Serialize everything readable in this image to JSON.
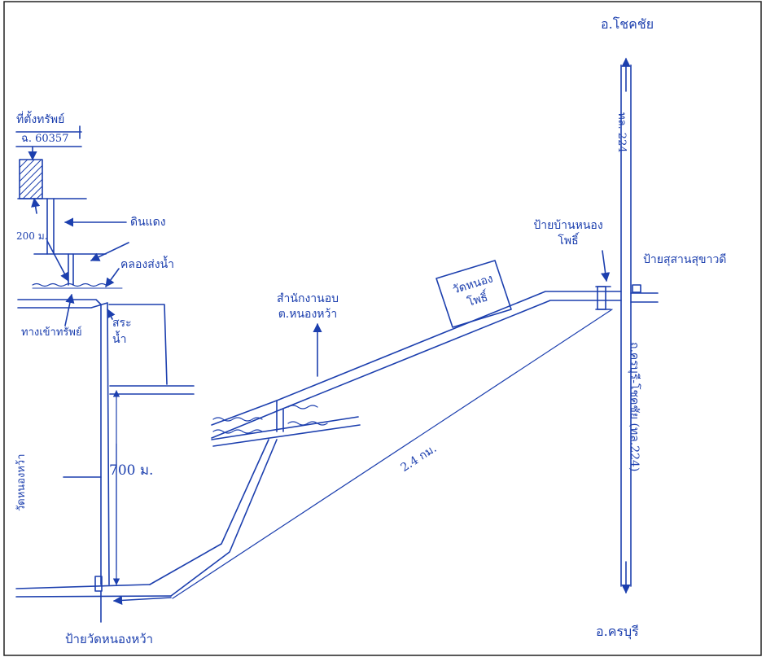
{
  "map": {
    "ink_color": "#1c3fae",
    "border_color": "#222222",
    "labels": {
      "to_north": "อ.โชคชัย",
      "to_south": "อ.ครบุรี",
      "highway_short": "ทล. 224",
      "highway_long": "ถ.ครบุรี-โชคชัย (ทล.224)",
      "sign_village": "ป้ายบ้านหนองโพธิ์",
      "sign_cemetery": "ป้ายสุสานสุขาวดี",
      "temple_nong_pho": "วัดหนองโพธิ์",
      "tambon_office": "สำนักงานอบต.หนองหว้า",
      "distance_main": "2.4 กม.",
      "distance_side": "700 ม.",
      "temple_nong_wa": "วัดหนองหว้า",
      "sign_temple_nong_wa": "ป้ายวัดหนองหว้า",
      "site_title": "ที่ตั้งทรัพย์",
      "site_deed": "ฉ. 60357",
      "distance_site": "200 ม.",
      "dirt_road": "ดินแดง",
      "canal": "คลองส่งน้ำ",
      "entrance_path": "ทางเข้าทรัพย์",
      "cassava": "สระน้ำ"
    }
  }
}
